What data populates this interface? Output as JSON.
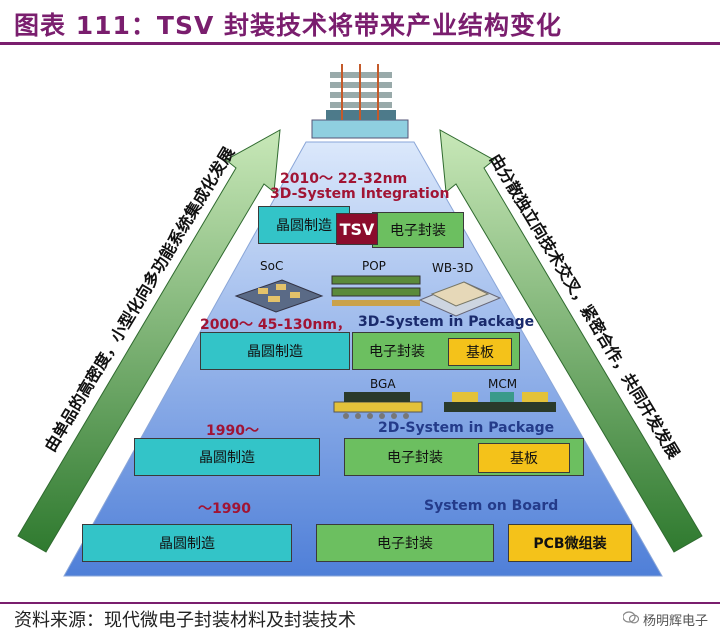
{
  "title": "图表 111：TSV 封装技术将带来产业结构变化",
  "left_arrow_text": "由单品的高密度，小型化向多功能系统集成化发展",
  "right_arrow_text": "由分散独立向技术交叉，紧密合作，共同开发发展",
  "tiers": {
    "t2010": {
      "year": "2010～ 22-32nm",
      "name": "3D-System Integration",
      "wafer": "晶圆制造",
      "tsv": "TSV",
      "pkg": "电子封装"
    },
    "t2000": {
      "year": "2000～ 45-130nm，",
      "name": "3D-System in Package",
      "wafer": "晶圆制造",
      "pkg": "电子封装",
      "sub": "基板",
      "icons": [
        "SoC",
        "POP",
        "WB-3D"
      ]
    },
    "t1990": {
      "year": "1990～",
      "name": "2D-System in Package",
      "wafer": "晶圆制造",
      "pkg": "电子封装",
      "sub": "基板",
      "icons": [
        "BGA",
        "MCM"
      ]
    },
    "tpre": {
      "year": "～1990",
      "name": "System on Board",
      "wafer": "晶圆制造",
      "pkg": "电子封装",
      "sub": "PCB微组装"
    }
  },
  "source": "资料来源：现代微电子封装材料及封装技术",
  "brand": "杨明辉电子",
  "colors": {
    "title": "#7a1e6e",
    "teal": "#33c4c8",
    "green": "#6cbf60",
    "gold": "#f4c21a",
    "tsv": "#8b0c2c",
    "arrow": "#3d8a3d"
  }
}
